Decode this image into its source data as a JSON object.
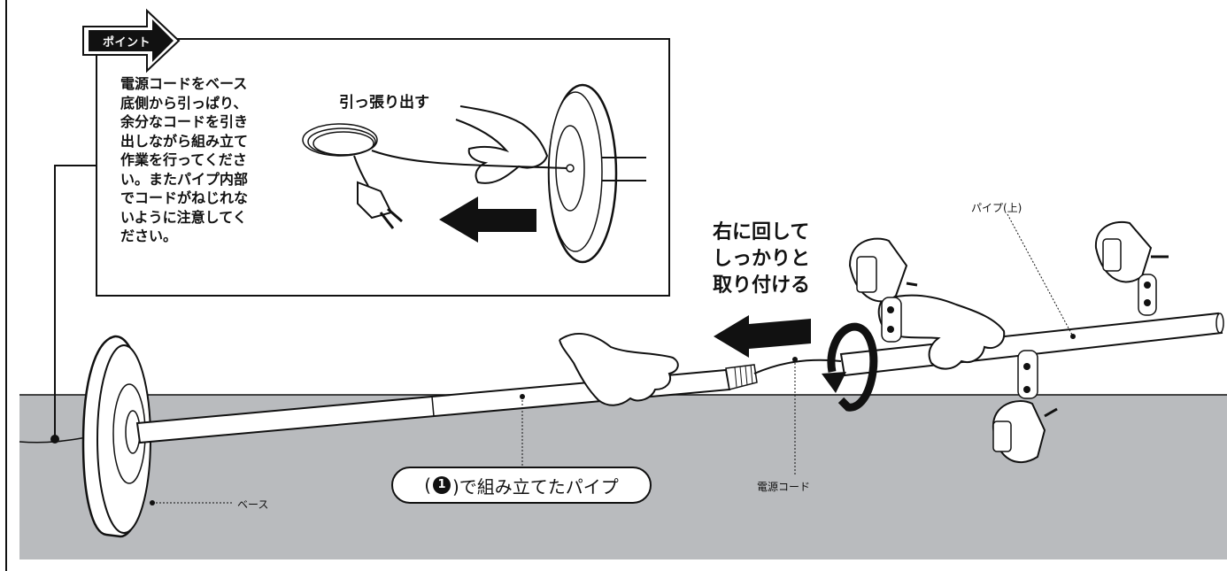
{
  "point": {
    "tag": "ポイント",
    "lines": [
      "電源コードをベース",
      "底側から引っぱり、",
      "余分なコードを引き",
      "出しながら組み立て",
      "作業を行ってくださ",
      "い。またパイプ内部",
      "でコードがねじれな",
      "いように注意してく",
      "ださい。"
    ],
    "pull_label": "引っ張り出す"
  },
  "rotate_instruction": [
    "右に回して",
    "しっかりと",
    "取り付ける"
  ],
  "labels": {
    "pipe_upper": "パイプ(上)",
    "power_cord": "電源コード",
    "base": "ベース",
    "assembled_pipe_prefix": "(",
    "assembled_pipe_number": "1",
    "assembled_pipe_suffix": ")で組み立てたパイプ"
  },
  "colors": {
    "floor": "#b9bbbe",
    "line": "#111111",
    "fill": "#ffffff"
  }
}
